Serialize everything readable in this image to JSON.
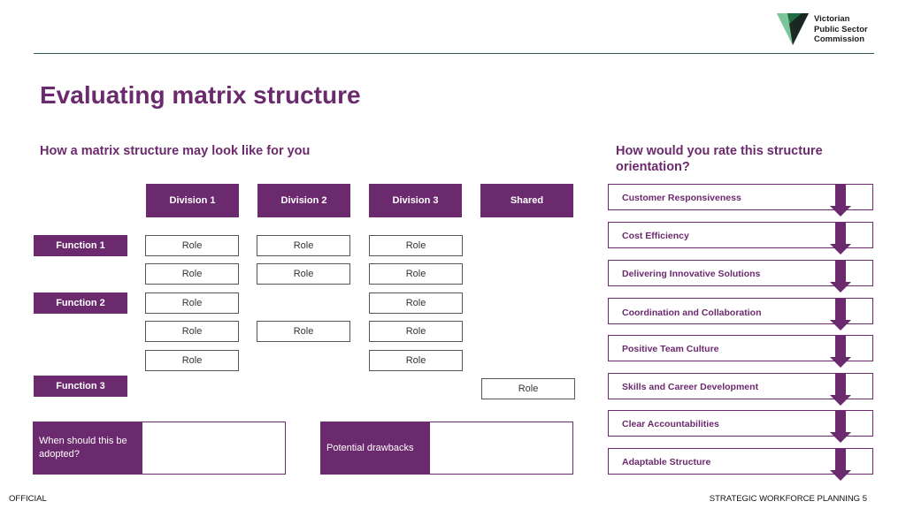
{
  "logo": {
    "lines": [
      "Victorian",
      "Public Sector",
      "Commission"
    ]
  },
  "title": "Evaluating matrix structure",
  "matrix": {
    "heading": "How a matrix structure may look like for you",
    "divisions": [
      "Division 1",
      "Division 2",
      "Division 3",
      "Shared"
    ],
    "functions": [
      "Function 1",
      "Function 2",
      "Function 3"
    ],
    "role_label": "Role"
  },
  "questions": {
    "adopted": "When should this be adopted?",
    "drawbacks": "Potential drawbacks"
  },
  "rating": {
    "heading": "How would you rate this structure orientation?",
    "items": [
      "Customer Responsiveness",
      "Cost Efficiency",
      "Delivering Innovative Solutions",
      "Coordination and Collaboration",
      "Positive Team Culture",
      "Skills and Career Development",
      "Clear Accountabilities",
      "Adaptable Structure"
    ]
  },
  "footer": {
    "left": "OFFICIAL",
    "right": "STRATEGIC WORKFORCE PLANNING 5"
  },
  "colors": {
    "accent": "#6b2a6e",
    "rule": "#2f5b4c",
    "logo_green": "#2e8b57"
  }
}
